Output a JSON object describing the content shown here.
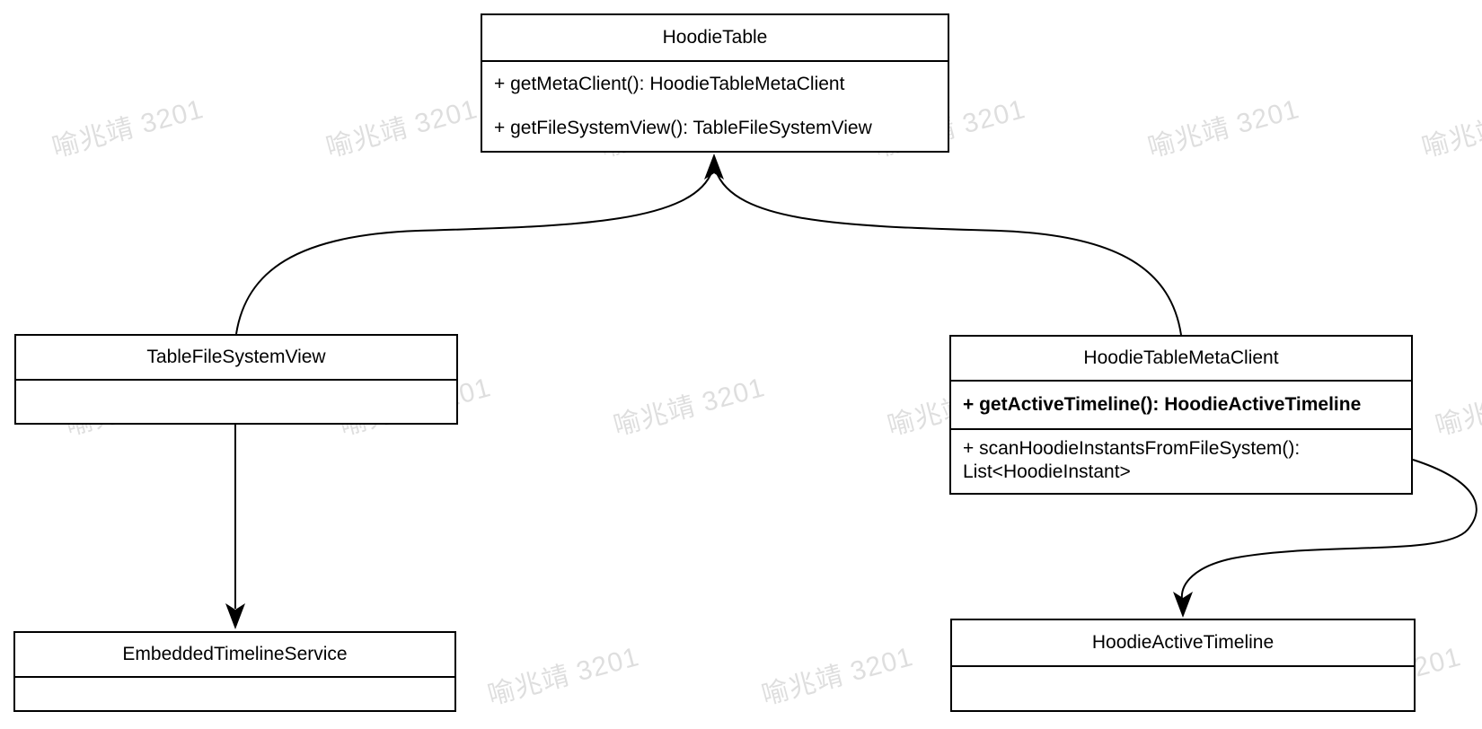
{
  "watermark": {
    "text": "喻兆靖 3201"
  },
  "classes": [
    {
      "title": "HoodieTable",
      "methods": [
        {
          "text": "+ getMetaClient(): HoodieTableMetaClient"
        },
        {
          "text": "+ getFileSystemView(): TableFileSystemView"
        }
      ]
    },
    {
      "title": "TableFileSystemView",
      "methods": []
    },
    {
      "title": "HoodieTableMetaClient",
      "methods": [
        {
          "text": "+ getActiveTimeline(): HoodieActiveTimeline"
        },
        {
          "text": "+ scanHoodieInstantsFromFileSystem(): List<HoodieInstant>"
        }
      ]
    },
    {
      "title": "EmbeddedTimelineService",
      "methods": []
    },
    {
      "title": "HoodieActiveTimeline",
      "methods": []
    }
  ],
  "relationships": [
    {
      "from": "TableFileSystemView",
      "to": "HoodieTable",
      "style": "curved-arrow"
    },
    {
      "from": "HoodieTableMetaClient",
      "to": "HoodieTable",
      "style": "curved-arrow"
    },
    {
      "from": "TableFileSystemView",
      "to": "EmbeddedTimelineService",
      "style": "straight-arrow"
    },
    {
      "from": "HoodieTableMetaClient",
      "to": "HoodieActiveTimeline",
      "style": "curved-arrow"
    }
  ]
}
